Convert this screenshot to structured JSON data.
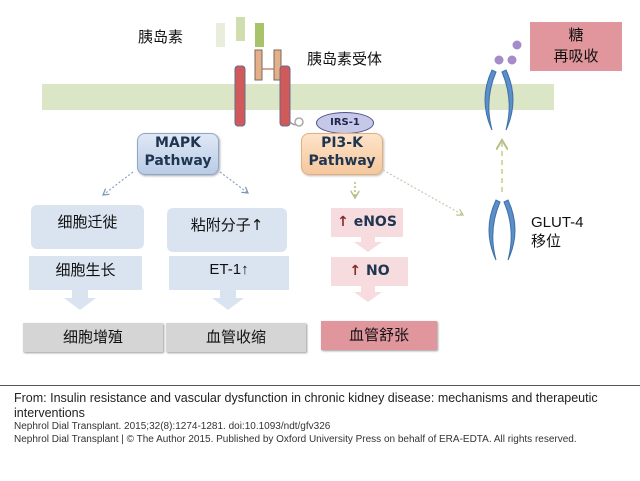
{
  "diagram": {
    "insulin_label": "胰岛素",
    "receptor_label": "胰岛素受体",
    "glucose_box": {
      "line1": "糖",
      "line2": "再吸收"
    },
    "irs_label": "IRS-1",
    "mapk": {
      "line1": "MAPK",
      "line2": "Pathway"
    },
    "pi3k": {
      "line1": "PI3-K",
      "line2": "Pathway"
    },
    "mapk_left": {
      "top": "细胞迁徙",
      "bottom": "细胞生长",
      "result": "细胞增殖"
    },
    "mapk_right": {
      "top": "粘附分子↑",
      "bottom": "ET-1↑",
      "result": "血管收缩"
    },
    "pi3k_branch": {
      "top_arrow": "↑",
      "top": "eNOS",
      "bottom_arrow": "↑",
      "bottom": "NO",
      "result": "血管舒张"
    },
    "glut": {
      "line1": "GLUT-4",
      "line2": "移位"
    },
    "colors": {
      "membrane": "#dbe6c6",
      "receptor": "#d05a5a",
      "receptor_inner": "#e3b08a",
      "insulin": "#a8c46a",
      "glut": "#5b8fc9",
      "glucose_dots": "#a58cc8",
      "glucose_box": "#e0969c"
    }
  },
  "footer": {
    "title": "From: Insulin resistance and vascular dysfunction in chronic kidney disease: mechanisms and therapeutic interventions",
    "citation": "Nephrol Dial Transplant. 2015;32(8):1274-1281. doi:10.1093/ndt/gfv326",
    "copyright": "Nephrol Dial Transplant | © The Author 2015. Published by Oxford University Press on behalf of ERA-EDTA. All rights reserved."
  }
}
